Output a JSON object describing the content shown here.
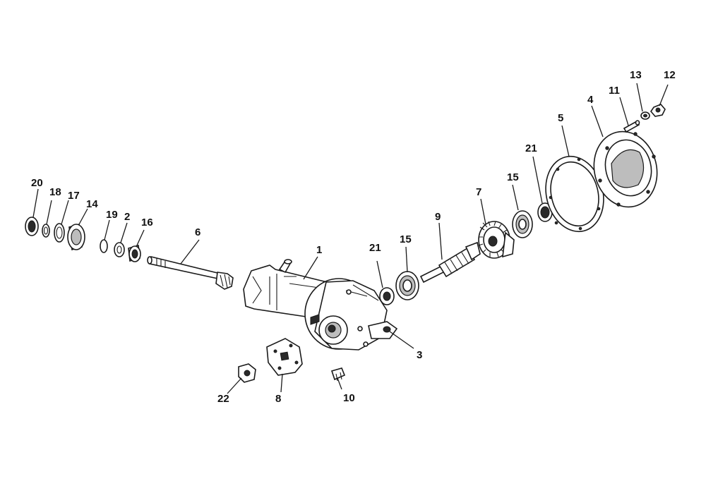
{
  "diagram": {
    "callouts": [
      {
        "id": "c1",
        "label": "1"
      },
      {
        "id": "c2",
        "label": "2"
      },
      {
        "id": "c3",
        "label": "3"
      },
      {
        "id": "c4",
        "label": "4"
      },
      {
        "id": "c5",
        "label": "5"
      },
      {
        "id": "c6",
        "label": "6"
      },
      {
        "id": "c7",
        "label": "7"
      },
      {
        "id": "c8",
        "label": "8"
      },
      {
        "id": "c9",
        "label": "9"
      },
      {
        "id": "c10",
        "label": "10"
      },
      {
        "id": "c11",
        "label": "11"
      },
      {
        "id": "c12",
        "label": "12"
      },
      {
        "id": "c13",
        "label": "13"
      },
      {
        "id": "c14",
        "label": "14"
      },
      {
        "id": "c15a",
        "label": "15"
      },
      {
        "id": "c15b",
        "label": "15"
      },
      {
        "id": "c16",
        "label": "16"
      },
      {
        "id": "c17",
        "label": "17"
      },
      {
        "id": "c18",
        "label": "18"
      },
      {
        "id": "c19",
        "label": "19"
      },
      {
        "id": "c20",
        "label": "20"
      },
      {
        "id": "c21a",
        "label": "21"
      },
      {
        "id": "c21b",
        "label": "21"
      },
      {
        "id": "c22",
        "label": "22"
      }
    ]
  }
}
